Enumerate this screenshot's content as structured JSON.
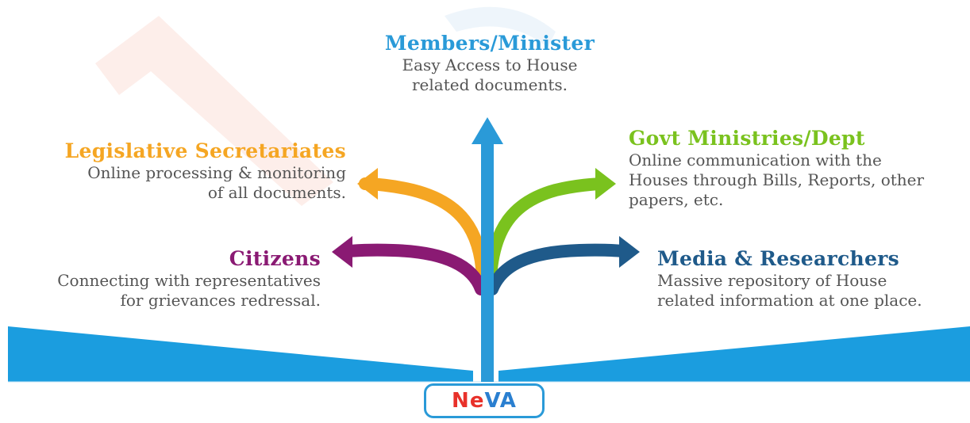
{
  "colors": {
    "members": "#2a9ad8",
    "legislative": "#f5a623",
    "govt": "#7ac21e",
    "citizens": "#8a1a73",
    "media": "#1f5a8a",
    "base_blue": "#1b9ddf",
    "text": "#555555",
    "watermark": "#fbe9e6"
  },
  "members": {
    "title": "Members/Minister",
    "line1": "Easy Access to House",
    "line2": "related documents."
  },
  "legislative": {
    "title": "Legislative Secretariates",
    "line1": "Online processing & monitoring",
    "line2": "of all documents."
  },
  "govt": {
    "title": "Govt Ministries/Dept",
    "line1": "Online communication with the",
    "line2": "Houses through Bills, Reports, other",
    "line3": "papers, etc."
  },
  "citizens": {
    "title": "Citizens",
    "line1": "Connecting  with representatives",
    "line2": "for grievances redressal."
  },
  "media": {
    "title": "Media & Researchers",
    "line1": "Massive repository of House",
    "line2": "related information at one place."
  },
  "logo": {
    "n": "N",
    "e": "e",
    "va": "VA"
  }
}
